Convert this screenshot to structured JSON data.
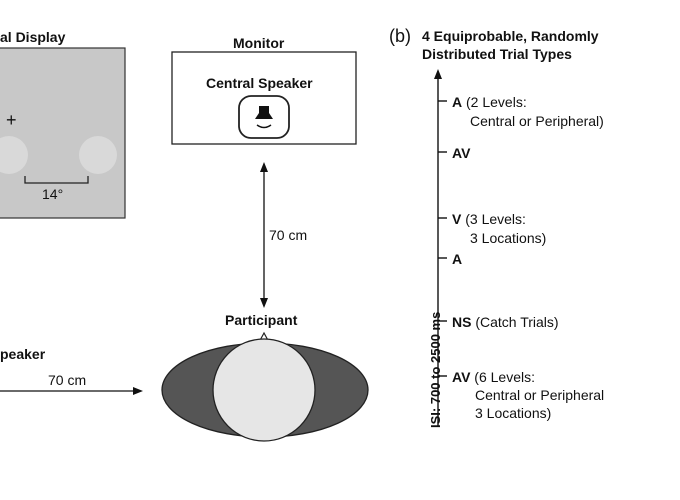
{
  "left_panel": {
    "visual_display_label": "al Display",
    "fixation_symbol": "+",
    "separation_label": "14°",
    "speaker_label": "peaker",
    "distance_label": "70 cm"
  },
  "monitor": {
    "label": "Monitor",
    "central_speaker_label": "Central Speaker",
    "distance_label": "70 cm",
    "participant_label": "Participant"
  },
  "panel_b": {
    "tag": "(b)",
    "title_line1": "4 Equiprobable, Randomly",
    "title_line2": "Distributed Trial Types",
    "axis_label": "ISI: 700 to 2500 ms",
    "trials": [
      {
        "code": "A",
        "detail1": " (2 Levels:",
        "detail2": "Central or Peripheral)"
      },
      {
        "code": "AV",
        "detail1": "",
        "detail2": ""
      },
      {
        "code": "V",
        "detail1": " (3 Levels:",
        "detail2": "3 Locations)"
      },
      {
        "code": "A",
        "detail1": "",
        "detail2": ""
      },
      {
        "code": "NS",
        "detail1": " (Catch Trials)",
        "detail2": ""
      },
      {
        "code": "AV",
        "detail1": " (6 Levels:",
        "detail2": "Central or Peripheral",
        "detail3": "3 Locations)"
      }
    ]
  }
}
